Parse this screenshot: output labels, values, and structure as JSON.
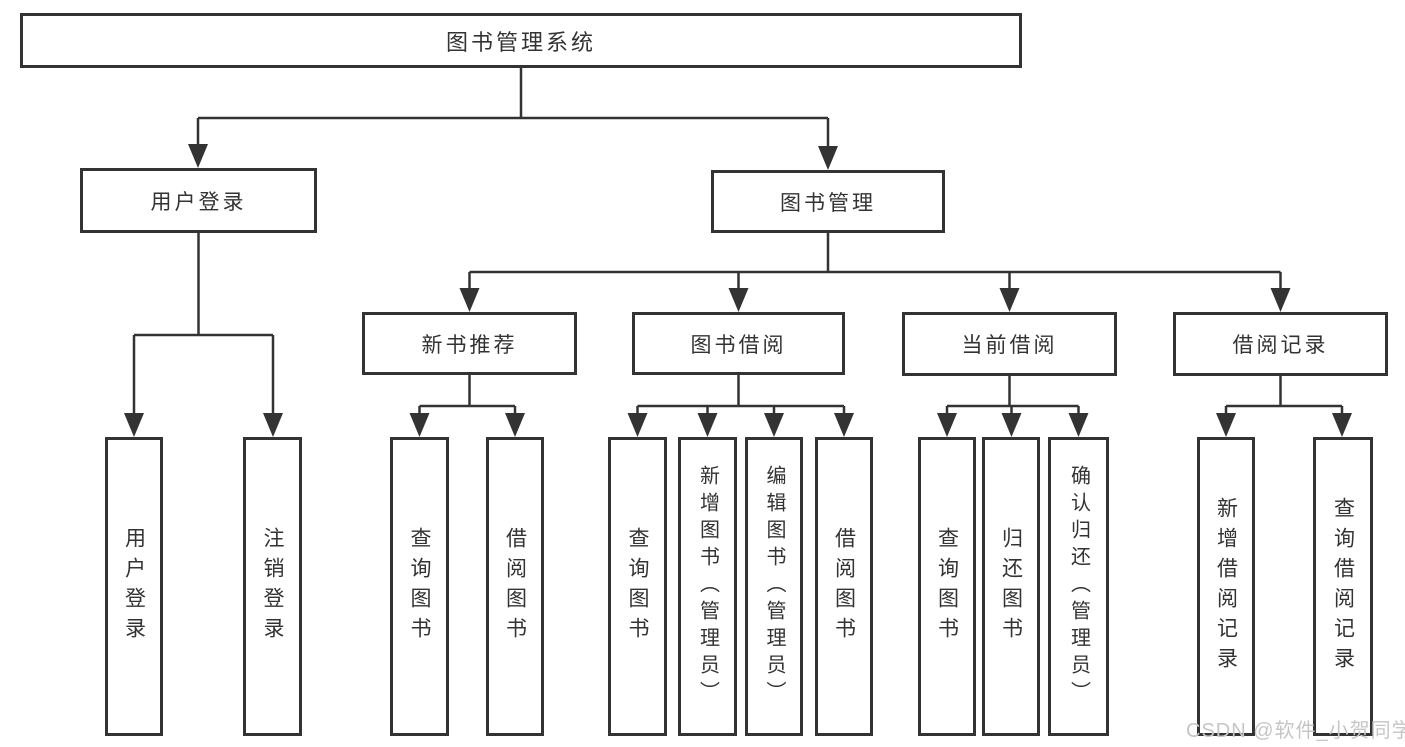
{
  "page": {
    "background_color": "#ffffff",
    "line_color": "#333333",
    "box_fill": "#ffffff",
    "text_color": "#333333"
  },
  "diagram": {
    "root": {
      "label": "图书管理系统",
      "children": [
        {
          "label": "用户登录",
          "children": [
            {
              "label": "用户登录"
            },
            {
              "label": "注销登录"
            }
          ]
        },
        {
          "label": "图书管理",
          "children": [
            {
              "label": "新书推荐",
              "children": [
                {
                  "label": "查询图书"
                },
                {
                  "label": "借阅图书"
                }
              ]
            },
            {
              "label": "图书借阅",
              "children": [
                {
                  "label": "查询图书"
                },
                {
                  "label": "新增图书（管理员）"
                },
                {
                  "label": "编辑图书（管理员）"
                },
                {
                  "label": "借阅图书"
                }
              ]
            },
            {
              "label": "当前借阅",
              "children": [
                {
                  "label": "查询图书"
                },
                {
                  "label": "归还图书"
                },
                {
                  "label": "确认归还（管理员）"
                }
              ]
            },
            {
              "label": "借阅记录",
              "children": [
                {
                  "label": "新增借阅记录"
                },
                {
                  "label": "查询借阅记录"
                }
              ]
            }
          ]
        }
      ]
    }
  },
  "watermark": {
    "text": "CSDN @软件_小贺同学",
    "color": "#c6c6c8"
  }
}
